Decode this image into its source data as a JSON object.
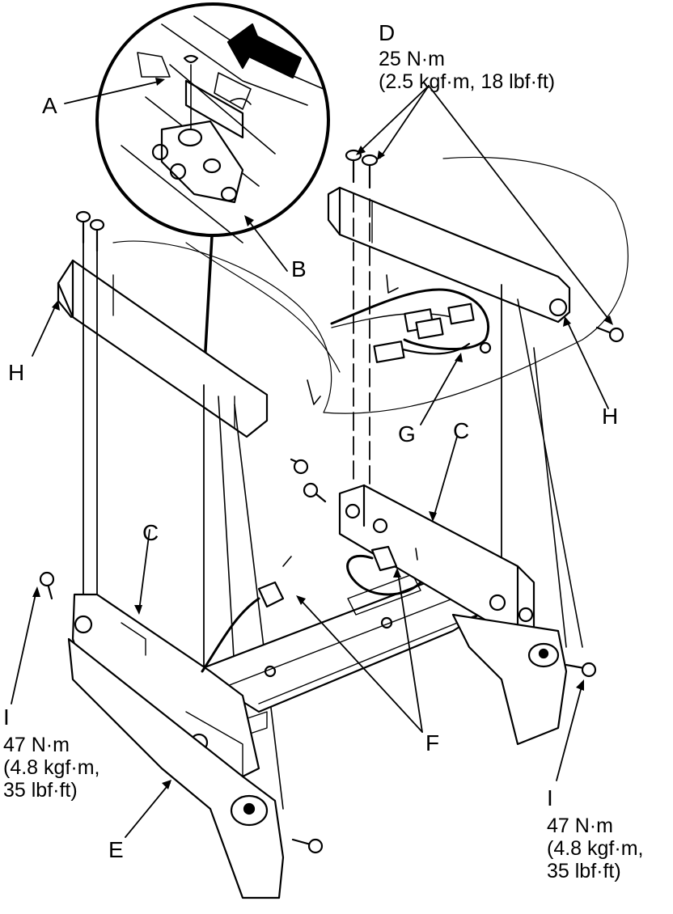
{
  "callouts": {
    "A": "A",
    "B": "B",
    "C1": "C",
    "C2": "C",
    "D": "D",
    "E": "E",
    "F": "F",
    "G": "G",
    "H1": "H",
    "H2": "H",
    "I1": "I",
    "I2": "I"
  },
  "torque": {
    "d_nm": "25 N·m",
    "d_alt": "(2.5 kgf·m, 18 lbf·ft)",
    "i_nm": "47 N·m",
    "i_alt1": "(4.8 kgf·m,",
    "i_alt2": "35 lbf·ft)"
  },
  "colors": {
    "line": "#000000",
    "fill": "#ffffff",
    "shade": "#bdbdbd"
  }
}
